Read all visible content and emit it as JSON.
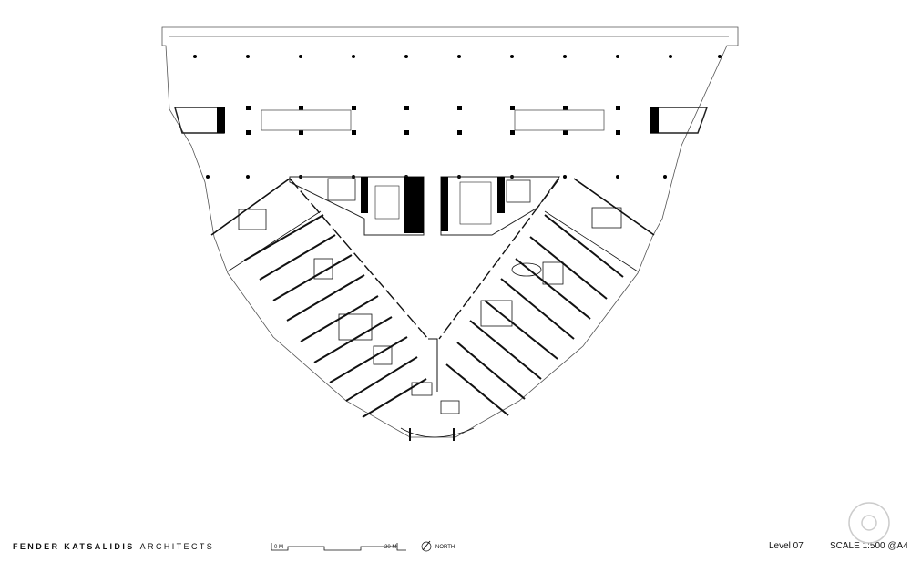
{
  "drawing": {
    "title": "Level 07",
    "scale": "SCALE 1:500 @A4"
  },
  "footer": {
    "firm_bold": "FENDER KATSALIDIS",
    "firm_light": "ARCHITECTS",
    "scale_bar": {
      "start_label": "0 M",
      "end_label": "20 M",
      "north_label": "NORTH"
    }
  },
  "colors": {
    "line": "#222222",
    "fill": "#000000",
    "background": "#ffffff"
  }
}
